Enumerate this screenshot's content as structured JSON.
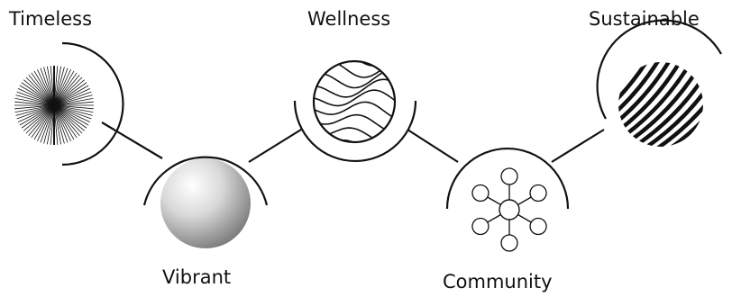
{
  "labels": {
    "timeless": "Timeless",
    "vibrant": "Vibrant",
    "wellness": "Wellness",
    "community": "Community",
    "sustainable": "Sustainable"
  },
  "icons": {
    "timeless": "radial-burst-icon",
    "vibrant": "shaded-sphere-icon",
    "wellness": "wavy-globe-icon",
    "community": "network-hub-icon",
    "sustainable": "striped-sphere-icon"
  },
  "colors": {
    "ink": "#111111",
    "background": "#ffffff"
  }
}
